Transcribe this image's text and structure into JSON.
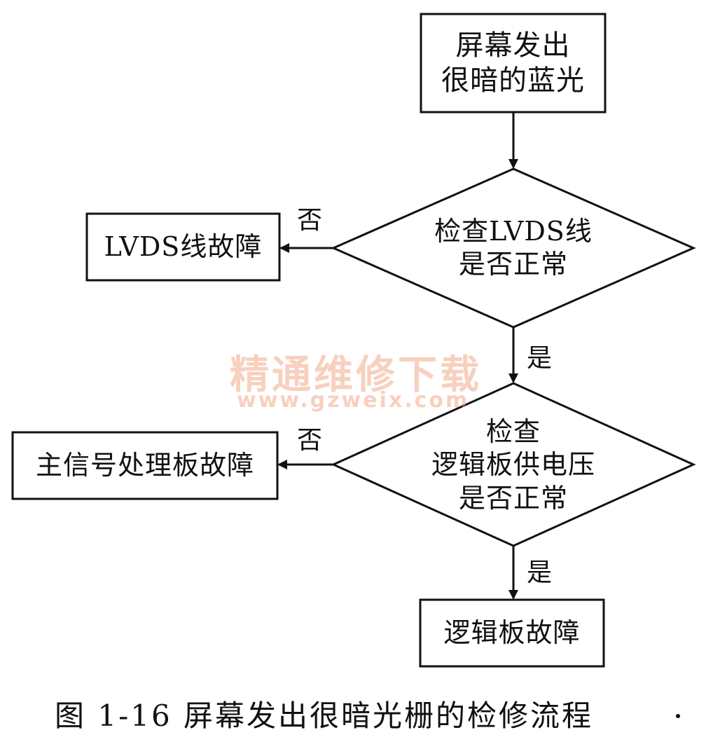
{
  "nodes": {
    "start": "屏幕发出\n很暗的蓝光",
    "check_lvds": "检查LVDS线\n是否正常",
    "lvds_fault": "LVDS线故障",
    "check_logic_power": "检查\n逻辑板供电压\n是否正常",
    "main_board_fault": "主信号处理板故障",
    "logic_board_fault": "逻辑板故障"
  },
  "edges": {
    "no_1": "否",
    "yes_1": "是",
    "no_2": "否",
    "yes_2": "是"
  },
  "watermark": {
    "name": "精通维修下载",
    "url": "www.gzweix.com"
  },
  "caption": "图 1-16   屏幕发出很暗光栅的检修流程",
  "colors": {
    "line": "#111111",
    "watermark": "#f0966e"
  }
}
